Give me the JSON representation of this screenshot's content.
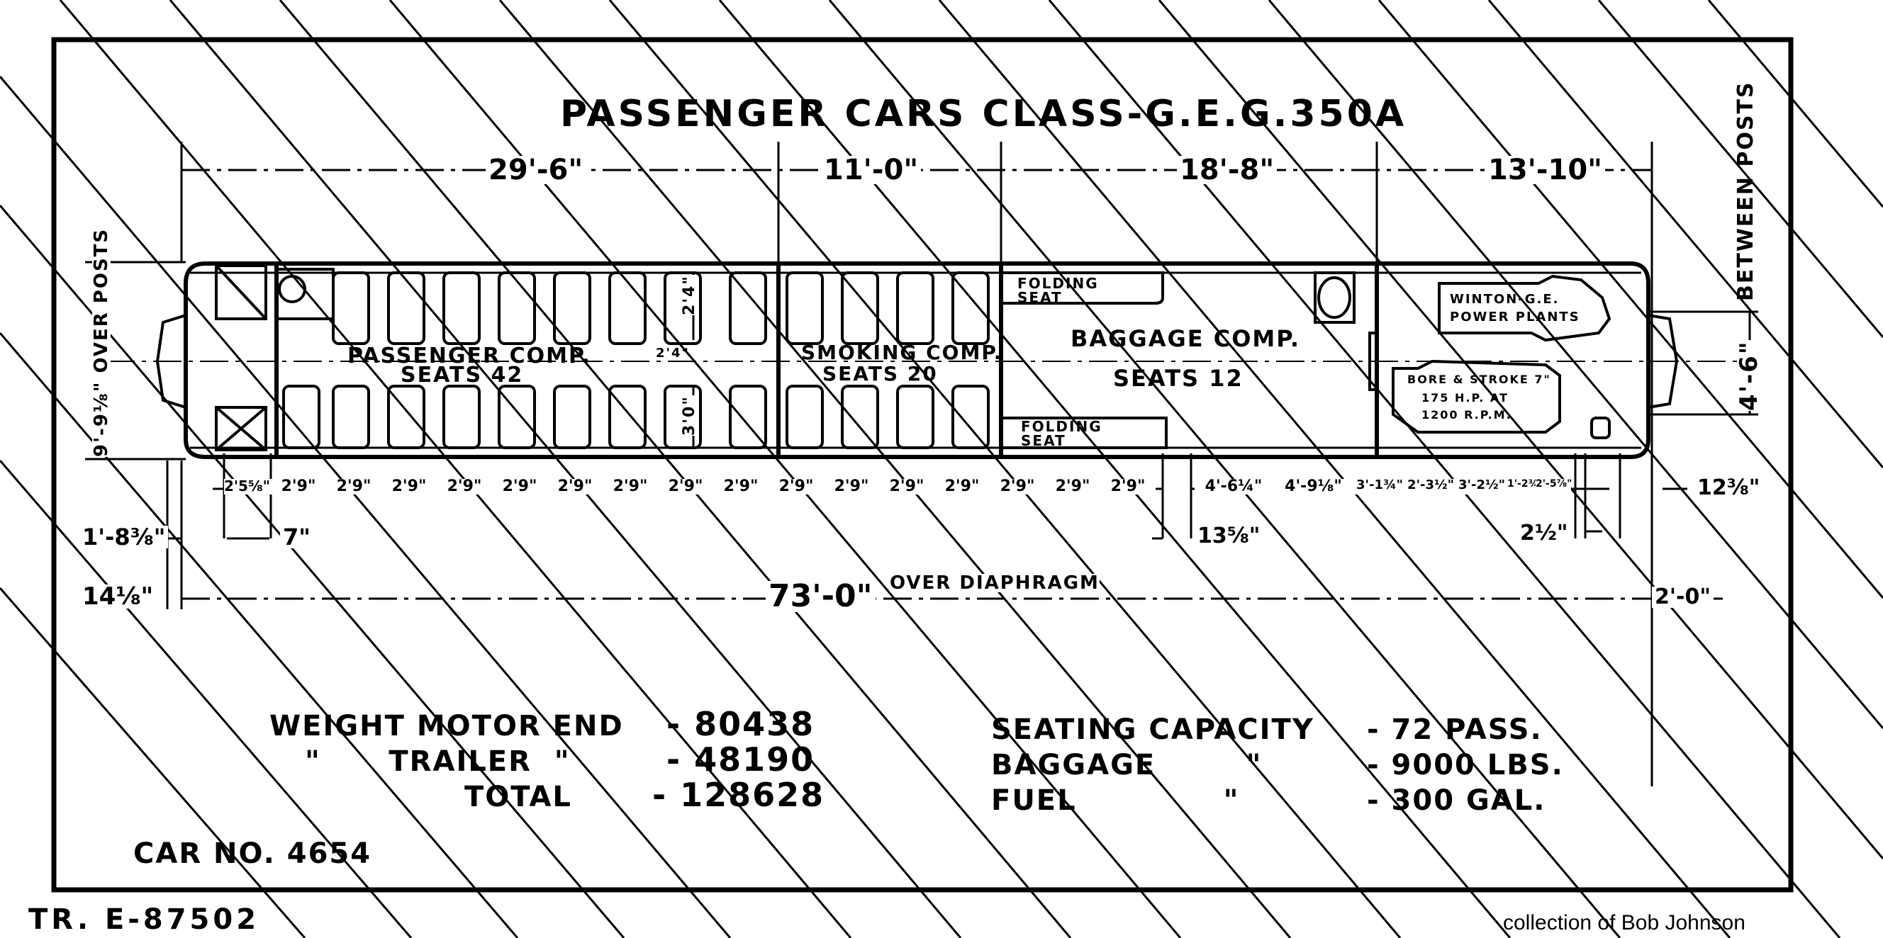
{
  "drawing": {
    "title": "PASSENGER CARS  CLASS-G.E.G.350A",
    "top_dimensions": [
      "29'-6\"",
      "11'-0\"",
      "18'-8\"",
      "13'-10\""
    ],
    "right_vertical_note": "BETWEEN POSTS",
    "right_vertical_dim": "4'-6\"",
    "left_vertical_dim": "9'-9⅛\" OVER POSTS",
    "compartments": {
      "passenger": {
        "name": "PASSENGER COMP.",
        "seats": "SEATS 42"
      },
      "smoking": {
        "name": "SMOKING COMP.",
        "seats": "SEATS 20"
      },
      "baggage": {
        "name": "BAGGAGE COMP.",
        "seats": "SEATS 12"
      },
      "folding_seat_top": "FOLDING SEAT",
      "folding_seat_bottom": "FOLDING SEAT",
      "power_plant": "WINTON-G.E. POWER PLANTS",
      "engine_spec": [
        "BORE & STROKE 7\"",
        "175 H.P. AT",
        "1200 R.P.M."
      ]
    },
    "aisle_dims": {
      "top": "2'4\"",
      "aisle": "2'4\"",
      "bottom": "3'0\""
    },
    "seat_pitch_dims": [
      "2'5⅝\"",
      "2'9\"",
      "2'9\"",
      "2'9\"",
      "2'9\"",
      "2'9\"",
      "2'9\"",
      "2'9\"",
      "2'9\"",
      "2'9\"",
      "2'9\"",
      "2'9\"",
      "2'9\"",
      "2'9\"",
      "2'9\"",
      "2'9\"",
      "2'9\""
    ],
    "right_section_dims": [
      "4'-6¼\"",
      "4'-9⅛\"",
      "3'-1¾\"",
      "2'-3½\"",
      "3'-2½\"",
      "1'-2¾\"",
      "2'-5⅞\""
    ],
    "right_end_dim": "12⅜\"",
    "lower_dims": {
      "left_end": "1'-8⅜\"",
      "seven": "7\"",
      "mid": "13⅝\"",
      "right_small": "2½\""
    },
    "overall_length": "73'-0\"",
    "overall_note": "OVER DIAPHRAGM",
    "left_overhang": "14⅛\"",
    "right_overhang": "2'-0\""
  },
  "specs": {
    "weight": [
      {
        "label": "WEIGHT  MOTOR END",
        "value": "- 80438"
      },
      {
        "label": "\"      TRAILER  \"",
        "value": "- 48190"
      },
      {
        "label": "TOTAL",
        "value": "- 128628"
      }
    ],
    "capacity": [
      {
        "label": "SEATING CAPACITY",
        "value": "- 72 PASS."
      },
      {
        "label": "BAGGAGE        \"",
        "value": "- 9000 LBS."
      },
      {
        "label": "FUEL             \"",
        "value": "- 300 GAL."
      }
    ]
  },
  "car_number": "CAR NO. 4654",
  "drawing_number": "TR. E-87502",
  "credit": "collection of Bob Johnson"
}
